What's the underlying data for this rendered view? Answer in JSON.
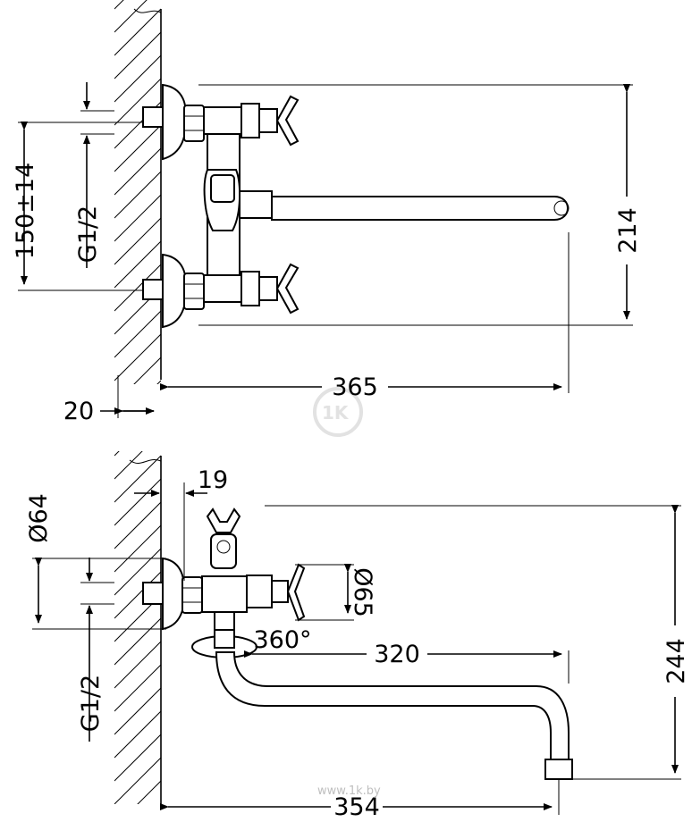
{
  "watermark": {
    "logo": "1K",
    "site": "www.1k.by"
  },
  "top_view": {
    "dims": {
      "centers": "150±14",
      "thread": "G1/2",
      "height": "214",
      "spout_reach": "365",
      "wall_offset": "20"
    }
  },
  "side_view": {
    "dims": {
      "flange_dia": "Ø64",
      "handle_offset": "19",
      "handle_dia": "Ø65",
      "rotation": "360°",
      "spout_length": "320",
      "thread": "G1/2",
      "height": "244",
      "total_reach": "354"
    }
  }
}
